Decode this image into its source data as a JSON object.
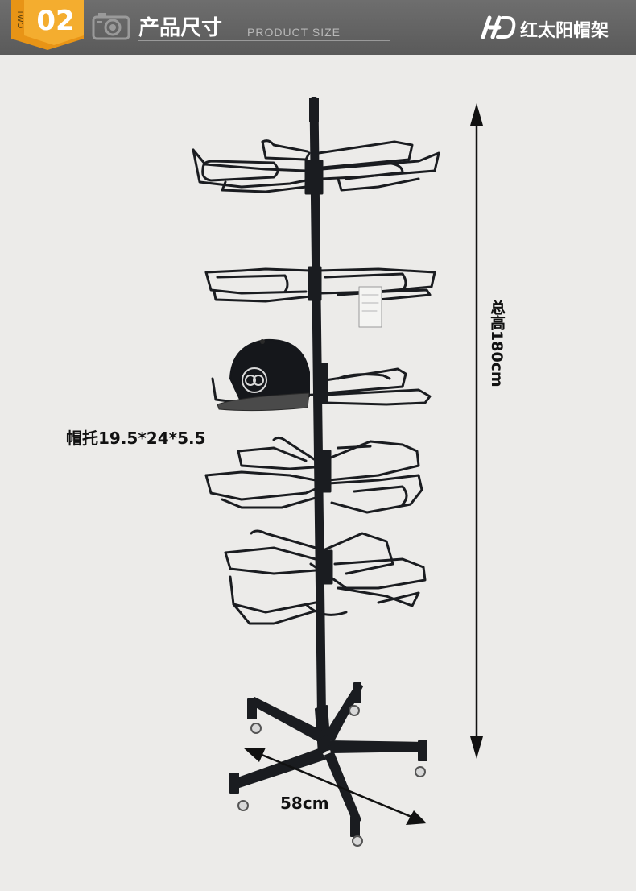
{
  "header": {
    "badge_number": "02",
    "badge_side_text": "TWO",
    "section_title": "产品尺寸",
    "section_subtitle": "PRODUCT SIZE",
    "brand_name": "红太阳帽架",
    "icons": [
      "camera-icon",
      "hd-logo-icon"
    ]
  },
  "dimensions": {
    "total_height": "总高180cm",
    "hat_holder": "帽托19.5*24*5.5",
    "base_width": "58cm"
  },
  "colors": {
    "header_bg": "#5f5f5f",
    "badge_orange": "#f1a01f",
    "page_bg": "#ecebe9",
    "rack_black": "#1a1c20"
  }
}
